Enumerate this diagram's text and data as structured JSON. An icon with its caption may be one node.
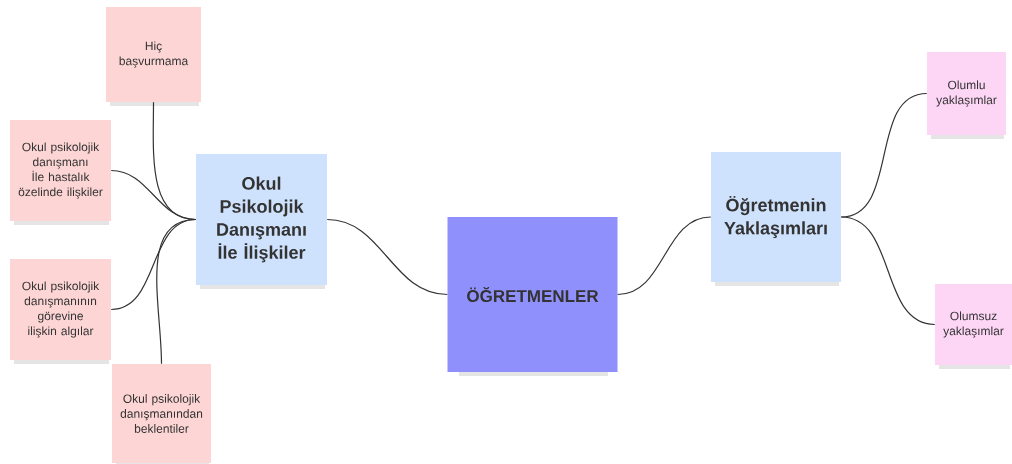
{
  "diagram": {
    "nodes": [
      {
        "text": [
          "ÖĞRETMENLER"
        ]
      },
      {
        "text": [
          "Okul Psikolojik Danışmanı İle İlişkiler"
        ]
      },
      {
        "text": [
          "Öğretmenin Yaklaşımları"
        ]
      },
      {
        "text": [
          "Hiç başvurmama"
        ]
      },
      {
        "text": [
          "Okul psikolojik danışmanı İle hastalık özelinde ilişkiler"
        ]
      },
      {
        "text": [
          "Okul psikolojik danışmanının görevine ilişkin algılar"
        ]
      },
      {
        "text": [
          "Okul psikolojik danışmanından beklentiler"
        ]
      },
      {
        "text": [
          "Olumlu yaklaşımlar"
        ]
      },
      {
        "text": [
          "Olumsuz yaklaşımlar"
        ]
      }
    ],
    "edges": [
      {
        "from": 0,
        "to": 1,
        "arrow": "none"
      },
      {
        "from": 0,
        "to": 2,
        "arrow": "none"
      },
      {
        "from": 1,
        "to": 3,
        "arrow": "none"
      },
      {
        "from": 1,
        "to": 4,
        "arrow": "none"
      },
      {
        "from": 1,
        "to": 5,
        "arrow": "none"
      },
      {
        "from": 1,
        "to": 6,
        "arrow": "none"
      },
      {
        "from": 2,
        "to": 7,
        "arrow": "none"
      },
      {
        "from": 2,
        "to": 8,
        "arrow": "none"
      }
    ]
  }
}
